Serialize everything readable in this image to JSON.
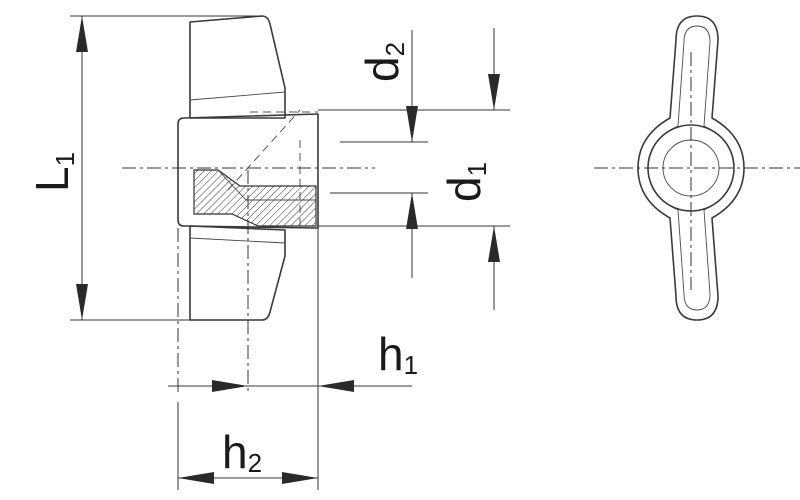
{
  "labels": {
    "L1": {
      "main": "L",
      "sub": "1"
    },
    "d2": {
      "main": "d",
      "sub": "2"
    },
    "d1": {
      "main": "d",
      "sub": "1"
    },
    "h1": {
      "main": "h",
      "sub": "1"
    },
    "h2": {
      "main": "h",
      "sub": "2"
    }
  }
}
